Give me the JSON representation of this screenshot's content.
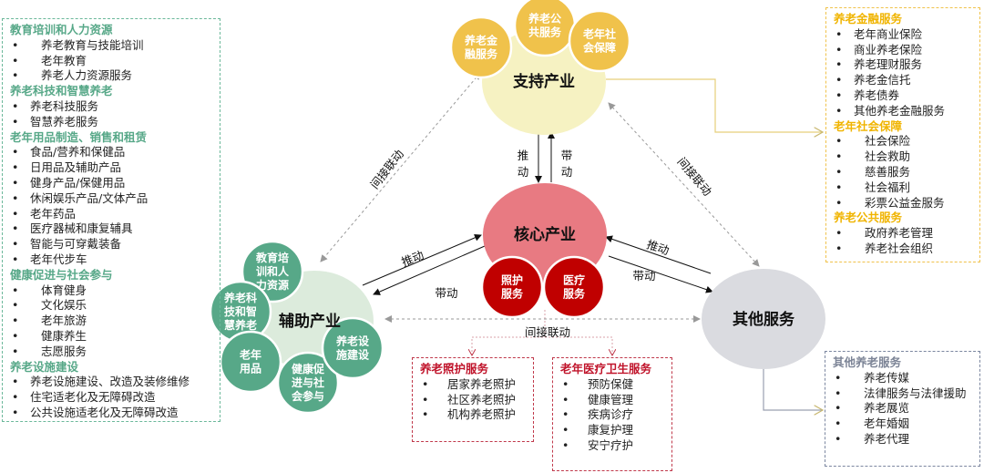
{
  "left_box": [
    {
      "heading": "教育培训和人力资源",
      "indent": true,
      "items": [
        "养老教育与技能培训",
        "老年教育",
        "养老人力资源服务"
      ]
    },
    {
      "heading": "养老科技和智慧养老",
      "indent": false,
      "items": [
        "养老科技服务",
        "智慧养老服务"
      ]
    },
    {
      "heading": "老年用品制造、销售和租赁",
      "indent": false,
      "items": [
        "食品/营养和保健品",
        "日用品及辅助产品",
        "健身产品/保健用品",
        "休闲娱乐产品/文体产品",
        "老年药品",
        "医疗器械和康复辅具",
        "智能与可穿戴装备",
        "老年代步车"
      ]
    },
    {
      "heading": "健康促进与社会参与",
      "indent": true,
      "items": [
        "体育健身",
        "文化娱乐",
        "老年旅游",
        "健康养生",
        "志愿服务"
      ]
    },
    {
      "heading": "养老设施建设",
      "indent": false,
      "items": [
        "养老设施建设、改造及装修维修",
        "住宅适老化及无障碍改造",
        "公共设施适老化及无障碍改造"
      ]
    }
  ],
  "right_top_box": [
    {
      "heading": "养老金融服务",
      "indent": false,
      "items": [
        "老年商业保险",
        "商业养老保险",
        "养老理财服务",
        "养老金信托",
        "养老债券",
        "其他养老金融服务"
      ]
    },
    {
      "heading": "老年社会保障",
      "indent": true,
      "items": [
        "社会保险",
        "社会救助",
        "慈善服务",
        "社会福利",
        "彩票公益金服务"
      ]
    },
    {
      "heading": "养老公共服务",
      "indent": true,
      "items": [
        "政府养老管理",
        "养老社会组织"
      ]
    }
  ],
  "right_bottom_box": [
    {
      "heading": "其他养老服务",
      "indent": true,
      "items": [
        "养老传媒",
        "法律服务与法律援助",
        "养老展览",
        "老年婚姻",
        "养老代理"
      ]
    }
  ],
  "care_box": [
    {
      "heading": "养老照护服务",
      "indent": true,
      "items": [
        "居家养老照护",
        "社区养老照护",
        "机构养老照护"
      ]
    }
  ],
  "medical_box": [
    {
      "heading": "老年医疗卫生服务",
      "indent": true,
      "items": [
        "预防保健",
        "健康管理",
        "疾病诊疗",
        "康复护理",
        "安宁疗护"
      ]
    }
  ],
  "nodes": {
    "support": {
      "label": "支持产业",
      "subs": [
        [
          "养老金",
          "融服务"
        ],
        [
          "养老公",
          "共服务"
        ],
        [
          "老年社",
          "会保障"
        ]
      ]
    },
    "core": {
      "label": "核心产业",
      "subs": [
        [
          "照护",
          "服务"
        ],
        [
          "医疗",
          "服务"
        ]
      ]
    },
    "auxiliary": {
      "label": "辅助产业",
      "subs": [
        [
          "教育培",
          "训和人",
          "力资源"
        ],
        [
          "养老科",
          "技和智",
          "慧养老"
        ],
        [
          "老年",
          "用品"
        ],
        [
          "健康促",
          "进与社",
          "会参与"
        ],
        [
          "养老设",
          "施建设"
        ]
      ]
    },
    "other": {
      "label": "其他服务"
    }
  },
  "links": {
    "push": "推动",
    "drive": "带动",
    "push_v": [
      "推",
      "动"
    ],
    "drive_v": [
      "带",
      "动"
    ],
    "indirect": "间接联动"
  },
  "colors": {
    "green": "#57a888",
    "gold": "#f0c24b",
    "red": "#c00000",
    "pink": "#e87a82",
    "gray": "#dadbe0"
  }
}
